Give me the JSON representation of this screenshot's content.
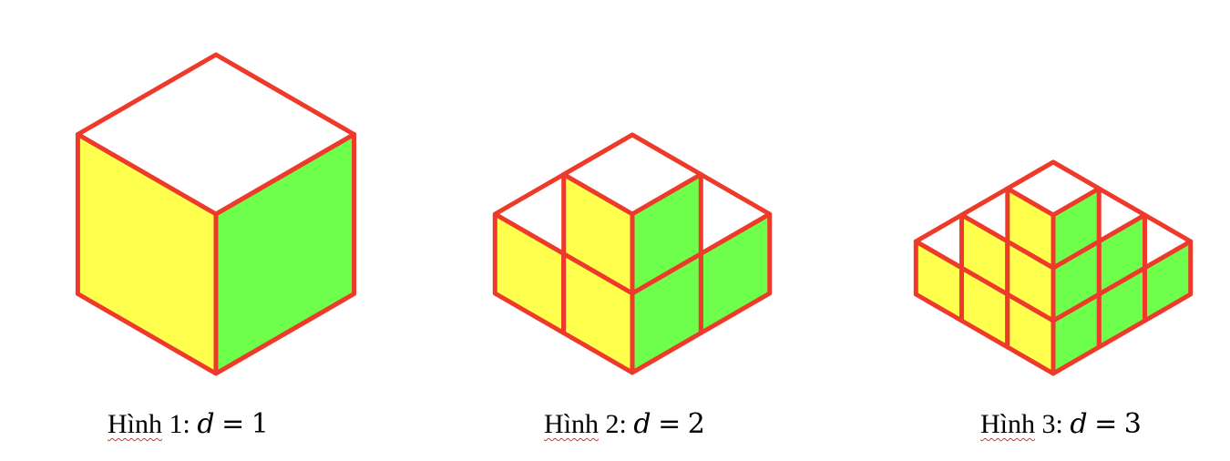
{
  "colors": {
    "top_face": "#ffffff",
    "left_face": "#ffff4d",
    "right_face": "#6eff4d",
    "edge": "#ee3a2a",
    "spellcheck_underline": "#d9342b"
  },
  "figures": [
    {
      "word": "Hình",
      "label_number": "1:",
      "variable": "d",
      "equals": "=",
      "value": "1",
      "depth": 1,
      "block_count": 1
    },
    {
      "word": "Hình",
      "label_number": "2:",
      "variable": "d",
      "equals": "=",
      "value": "2",
      "depth": 2,
      "block_count": 5
    },
    {
      "word": "Hình",
      "label_number": "3:",
      "variable": "d",
      "equals": "=",
      "value": "3",
      "depth": 3,
      "block_count": 14
    }
  ]
}
